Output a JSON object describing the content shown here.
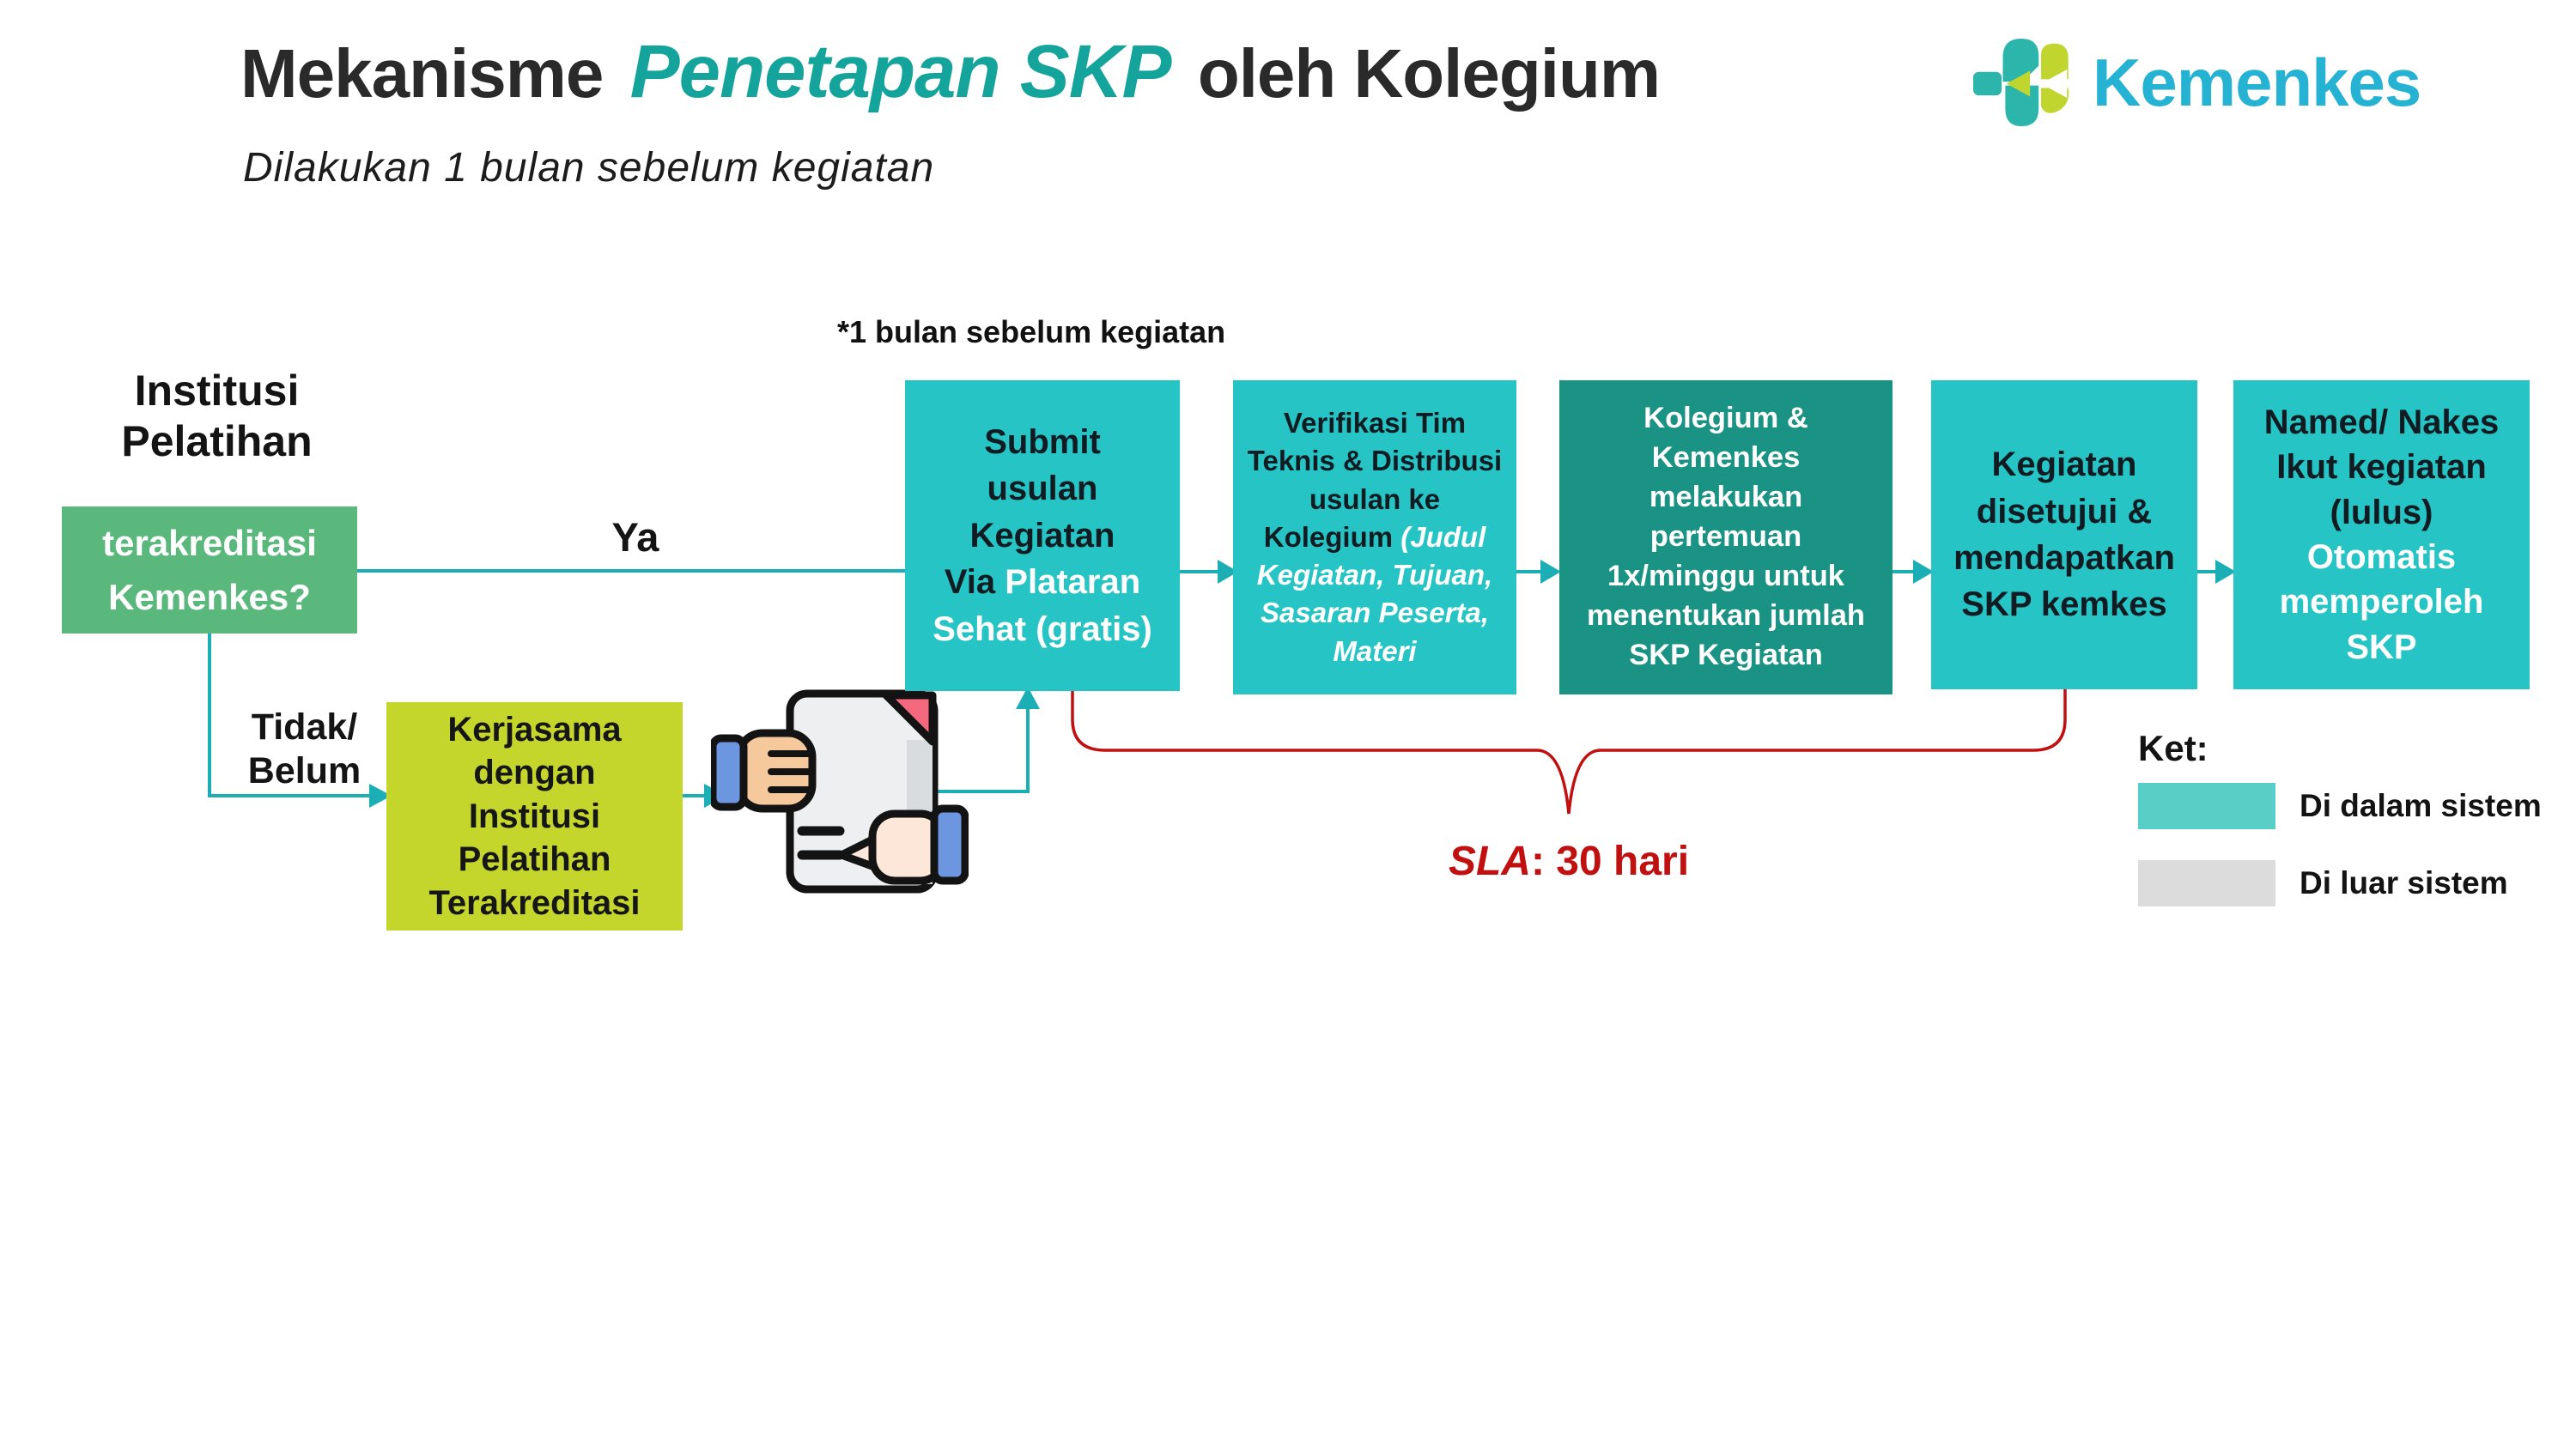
{
  "header": {
    "title": {
      "pre": "Mekanisme ",
      "highlight": "Penetapan SKP",
      "post": " oleh Kolegium"
    },
    "subtitle": "Dilakukan 1 bulan sebelum kegiatan",
    "logo_text": "Kemenkes"
  },
  "diagram": {
    "institution_heading": "Institusi\nPelatihan",
    "decision_box": "terakreditasi\nKemenkes?",
    "branch_yes": "Ya",
    "branch_no": "Tidak/\nBelum",
    "partner_box": "Kerjasama\ndengan\nInstitusi\nPelatihan\nTerakreditasi",
    "note_above_flow": "*1 bulan sebelum kegiatan",
    "flow_boxes": [
      {
        "name": "submit",
        "dark": "Submit\nusulan\nKegiatan\nVia ",
        "light": "Plataran\nSehat (gratis)"
      },
      {
        "name": "verifikasi",
        "dark": "Verifikasi Tim\nTeknis & Distribusi\nusulan ke\nKolegium ",
        "light_italic": "(Judul\nKegiatan, Tujuan,\nSasaran Peserta,\nMateri"
      },
      {
        "name": "pertemuan",
        "light": "Kolegium &\nKemenkes\nmelakukan\npertemuan\n1x/minggu untuk\nmenentukan jumlah\nSKP Kegiatan"
      },
      {
        "name": "disetujui",
        "dark": "Kegiatan\ndisetujui &\nmendapatkan\nSKP kemkes"
      },
      {
        "name": "nakes",
        "dark": "Named/ Nakes\nIkut kegiatan\n(lulus)",
        "light": "\nOtomatis\nmemperoleh\nSKP"
      }
    ],
    "sla": {
      "prefix": "SLA",
      "rest": ": 30 hari"
    }
  },
  "legend": {
    "title": "Ket:",
    "items": [
      {
        "label": "Di dalam sistem",
        "color": "#57cfc6"
      },
      {
        "label": "Di luar sistem",
        "color": "#dcdcdc"
      }
    ]
  },
  "colors": {
    "title_accent": "#14a49b",
    "flow_box_teal": "#26c4c4",
    "flow_box_dark_teal": "#1b9384",
    "decision_green": "#5ab87c",
    "partner_yellow": "#c4d62b",
    "connector_teal": "#1caeb5",
    "sla_red": "#c01010",
    "logo_blue": "#25b2d3",
    "logo_teal": "#2cb5ab",
    "logo_lime": "#c1d52f"
  }
}
